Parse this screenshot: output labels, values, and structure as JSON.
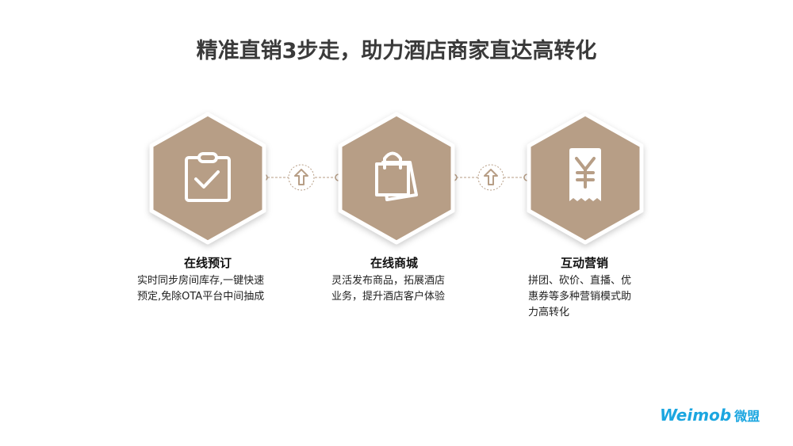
{
  "title": "精准直销3步走，助力酒店商家直达高转化",
  "steps": [
    {
      "icon": "clipboard-check-icon",
      "heading": "在线预订",
      "lines": [
        "实时同步房间库存,一键快速",
        "预定,免除OTA平台中间抽成"
      ]
    },
    {
      "icon": "shopping-bag-icon",
      "heading": "在线商城",
      "lines": [
        "灵活发布商品，拓展酒店",
        "业务，提升酒店客户体验"
      ]
    },
    {
      "icon": "yuan-receipt-icon",
      "heading": "互动营销",
      "lines": [
        "拼团、砍价、直播、优",
        "惠券等多种营销模式助",
        "力高转化"
      ]
    }
  ],
  "logo": {
    "en": "Weimob",
    "cn": "微盟"
  },
  "colors": {
    "hex": "#b79e86",
    "title": "#3a3a3a",
    "brand": "#1ba6e0"
  }
}
